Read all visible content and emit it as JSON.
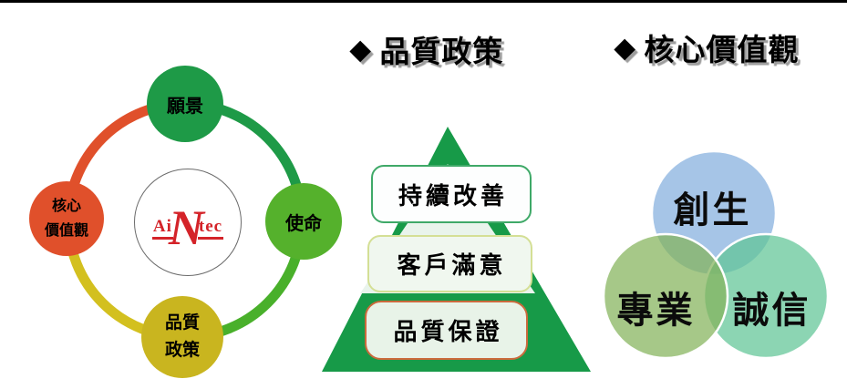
{
  "page": {
    "top_border_color": "#000000",
    "background": "#ffffff"
  },
  "sections": {
    "quality_policy": {
      "title_bullet": "◆",
      "title_text": "品質政策"
    },
    "core_values": {
      "title_bullet": "◆",
      "title_text": "核心價值觀"
    }
  },
  "cycle": {
    "logo": {
      "prefix": "Ai",
      "n": "N",
      "suffix": "tec",
      "color": "#d42329"
    },
    "nodes": {
      "vision": {
        "label": "願景",
        "color": "#1e9a47"
      },
      "mission": {
        "label": "使命",
        "color": "#55b12c"
      },
      "quality_policy": {
        "label": "品質\n政策",
        "color": "#c9b51f"
      },
      "core_values": {
        "label": "核心\n價值觀",
        "color": "#e0502b"
      }
    },
    "arc_colors": {
      "top_left": "#e0502b",
      "top_right": "#1e9a47",
      "bottom_right": "#49b02b",
      "bottom_left": "#d3c01f"
    }
  },
  "pyramid": {
    "body_color": "#179a48",
    "highlight_color": "#e9f4ec",
    "levels": [
      {
        "label": "持續改善",
        "border_color": "#3fa968",
        "bg_color": "#fdfefe"
      },
      {
        "label": "客戶滿意",
        "border_color": "#d4df95",
        "bg_color": "#f0f7ef"
      },
      {
        "label": "品質保證",
        "border_color": "#cb6a3c",
        "bg_color": "#e8f3e8"
      }
    ]
  },
  "venn": {
    "circles": [
      {
        "id": "innovation",
        "label": "創生",
        "fill": "#84aede"
      },
      {
        "id": "integrity",
        "label": "誠信",
        "fill": "#5fc595"
      },
      {
        "id": "professionalism",
        "label": "專業",
        "fill": "#84b35a"
      }
    ]
  }
}
